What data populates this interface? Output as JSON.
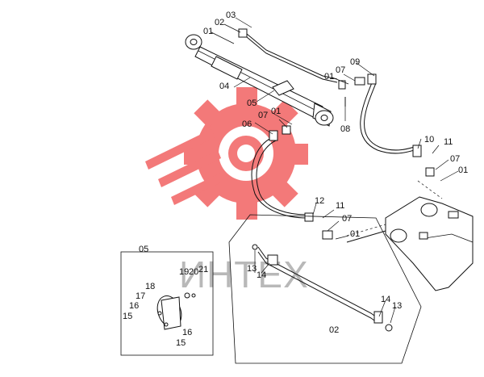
{
  "watermark": {
    "text": "ИНТЕХ",
    "logo_color": "#f26b6b"
  },
  "labels": {
    "p01a": "01",
    "p02a": "02",
    "p03": "03",
    "p04": "04",
    "p05a": "05",
    "p01b": "01",
    "p07a": "07",
    "p09": "09",
    "p01c": "01",
    "p07b": "07",
    "p08": "08",
    "p06": "06",
    "p10": "10",
    "p11a": "11",
    "p07c": "07",
    "p01d": "01",
    "p12": "12",
    "p11b": "11",
    "p07d": "07",
    "p01e": "01",
    "p05box": "05",
    "p13a": "13",
    "p14a": "14",
    "p19": "19",
    "p20": "20",
    "p21": "21",
    "p18": "18",
    "p17": "17",
    "p16a": "16",
    "p15a": "15",
    "p16b": "16",
    "p15b": "15",
    "p02b": "02",
    "p14b": "14",
    "p13b": "13"
  }
}
